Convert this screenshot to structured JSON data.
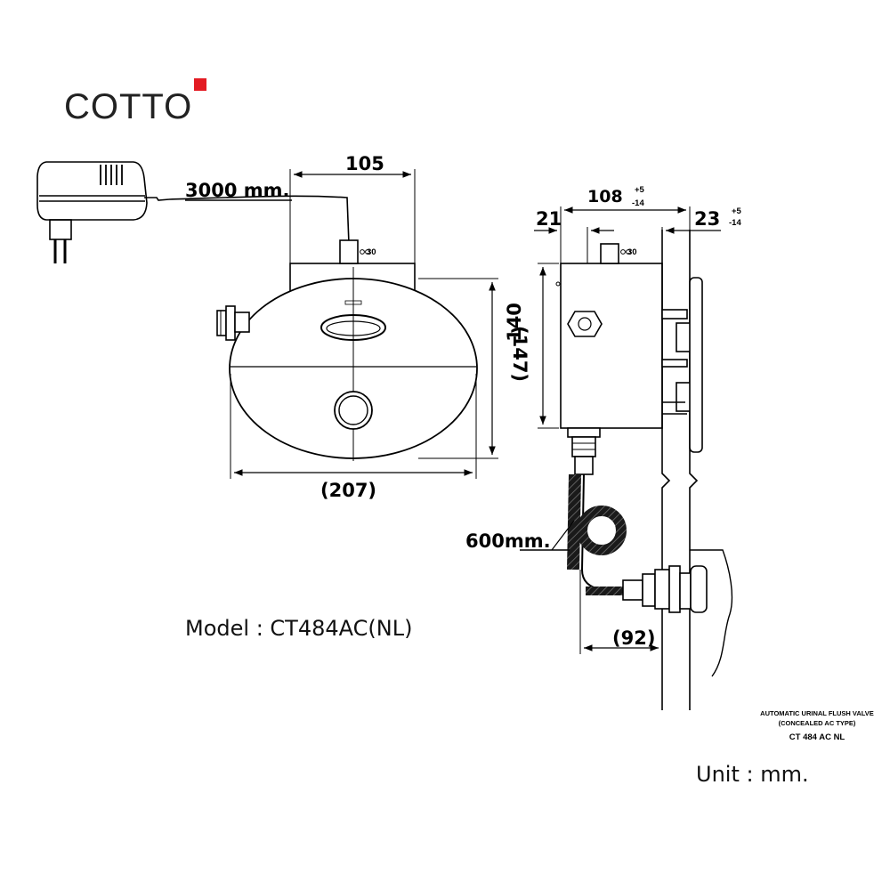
{
  "brand": {
    "name": "COTTO",
    "accent_color": "#e31b23"
  },
  "dimensions": {
    "cable_length": "3000 mm.",
    "hose_length": "600mm.",
    "top_width": "105",
    "overall_width": "(207)",
    "overall_height": "(147)",
    "body_height": "140",
    "body_depth": "108",
    "body_depth_tol_plus": "+5",
    "body_depth_tol_minus": "-14",
    "front_offset": "21",
    "wall_offset": "23",
    "wall_tol_plus": "+5",
    "wall_tol_minus": "-14",
    "outlet_depth": "(92)",
    "inlet_size": "30"
  },
  "model": {
    "label": "Model : CT484AC(NL)"
  },
  "title_block": {
    "line1": "AUTOMATIC URINAL FLUSH VALVE",
    "line2": "(CONCEALED AC TYPE)",
    "line3": "CT 484 AC NL"
  },
  "unit": {
    "label": "Unit : mm."
  }
}
